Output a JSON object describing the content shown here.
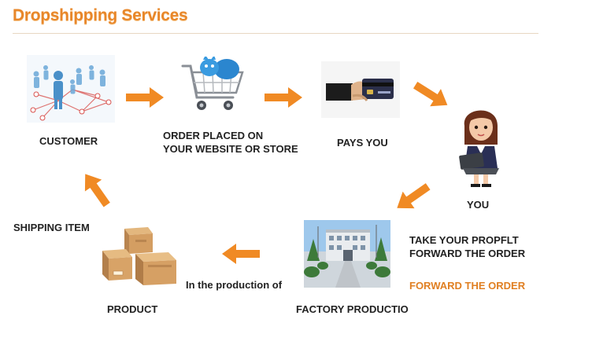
{
  "header": {
    "title": "Dropshipping Services"
  },
  "nodes": {
    "customer": {
      "label": "CUSTOMER"
    },
    "order": {
      "line1": "ORDER PLACED ON",
      "line2": "YOUR WEBSITE OR STORE"
    },
    "pays": {
      "label": "PAYS YOU"
    },
    "you": {
      "label": "YOU"
    },
    "take": {
      "line1": "TAKE YOUR PROPFLT",
      "line2": "FORWARD THE ORDER"
    },
    "forward": {
      "label": "FORWARD THE ORDER"
    },
    "factory": {
      "label": "FACTORY PRODUCTIO"
    },
    "production": {
      "label": "In the production of"
    },
    "product": {
      "label": "PRODUCT"
    },
    "shipping": {
      "label": "SHIPPING ITEM"
    }
  },
  "colors": {
    "accent": "#e8872a",
    "arrow": "#f08a24",
    "text": "#222222"
  },
  "icons": [
    "customer-network-icon",
    "shopping-cart-icon",
    "card-payment-icon",
    "businesswoman-laptop-icon",
    "factory-building-icon",
    "cardboard-boxes-icon"
  ]
}
